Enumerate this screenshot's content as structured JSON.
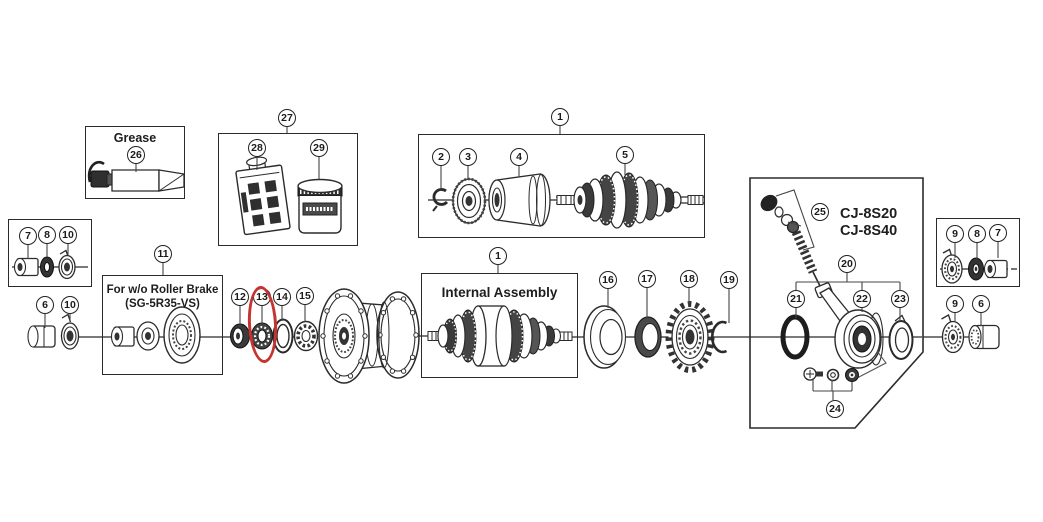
{
  "diagram": {
    "kind": "exploded-parts-diagram",
    "subject": "internal gear hub parts schematic",
    "line_color": "#2b2b2b",
    "background_color": "#ffffff"
  },
  "labels": {
    "grease_title": "Grease",
    "roller_brake_line1": "For w/o Roller Brake",
    "roller_brake_line2": "(SG-5R35-VS)",
    "internal_assembly_title": "Internal Assembly",
    "cj_model_1": "CJ-8S20",
    "cj_model_2": "CJ-8S40"
  },
  "callouts": {
    "c1_top": "1",
    "c2": "2",
    "c3": "3",
    "c4": "4",
    "c5": "5",
    "c1_internal": "1",
    "c6_left": "6",
    "c10_lower_left": "10",
    "c7_left": "7",
    "c8_left": "8",
    "c10_upper_left": "10",
    "c11": "11",
    "c12": "12",
    "c13": "13",
    "c14": "14",
    "c15": "15",
    "c16": "16",
    "c17": "17",
    "c18": "18",
    "c19": "19",
    "c20": "20",
    "c21": "21",
    "c22": "22",
    "c23": "23",
    "c24": "24",
    "c25": "25",
    "c26": "26",
    "c27": "27",
    "c28": "28",
    "c29": "29",
    "c9_upper": "9",
    "c8_right": "8",
    "c7_right": "7",
    "c9_lower": "9",
    "c6_right": "6"
  },
  "highlight": {
    "color": "#c43430",
    "circled_part": "13"
  }
}
